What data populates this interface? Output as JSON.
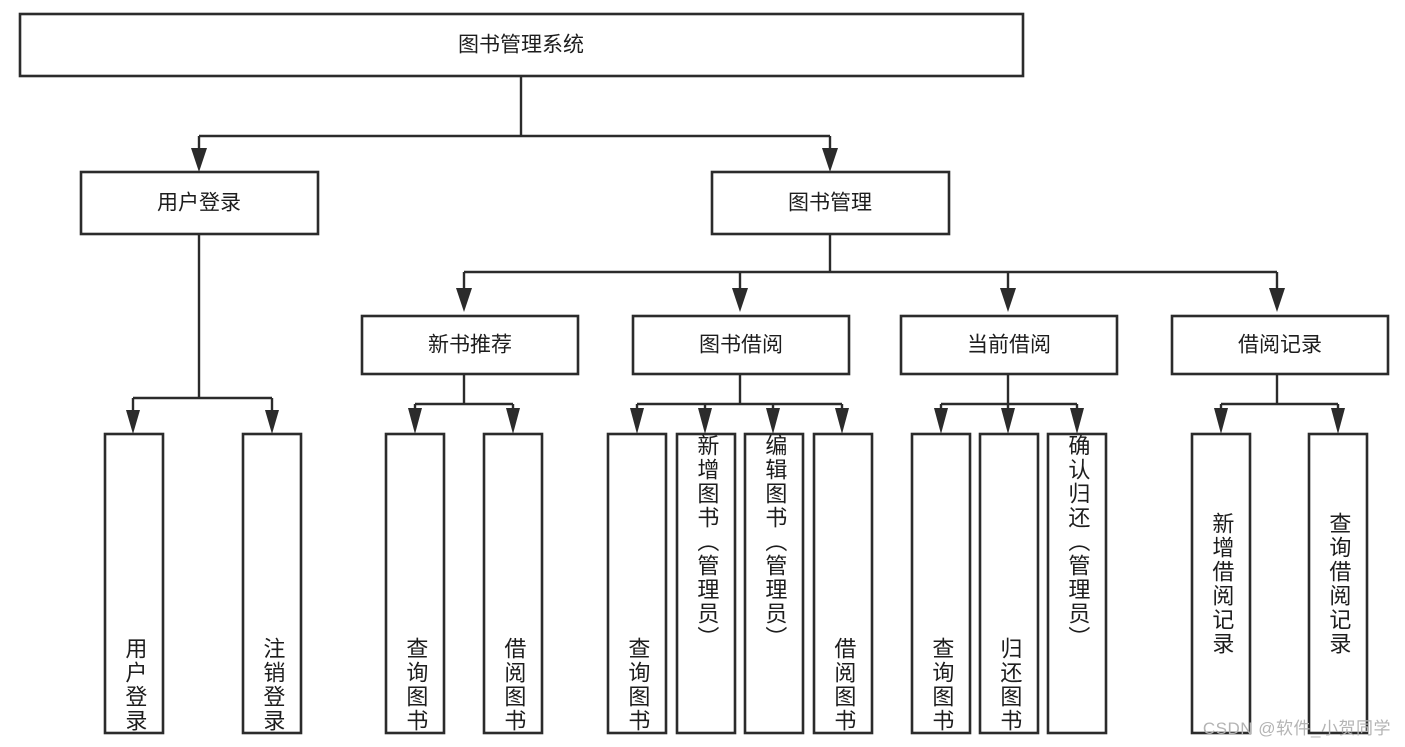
{
  "diagram": {
    "title": "图书管理系统",
    "type": "tree-hierarchy",
    "orientation": "top-down",
    "colors": {
      "box_stroke": "#2b2b2b",
      "box_fill": "#ffffff",
      "connector": "#2b2b2b",
      "text": "#1d1d1d",
      "watermark": "#b4b4b4",
      "background": "#ffffff"
    },
    "root": {
      "label": "图书管理系统"
    },
    "level2": [
      {
        "id": "user-login",
        "label": "用户登录"
      },
      {
        "id": "book-management",
        "label": "图书管理"
      }
    ],
    "level3": [
      {
        "id": "new-book-recommend",
        "label": "新书推荐",
        "parent": "book-management"
      },
      {
        "id": "book-borrow",
        "label": "图书借阅",
        "parent": "book-management"
      },
      {
        "id": "current-borrow",
        "label": "当前借阅",
        "parent": "book-management"
      },
      {
        "id": "borrow-record",
        "label": "借阅记录",
        "parent": "book-management"
      }
    ],
    "leaves": {
      "user-login": [
        {
          "id": "leaf-user-login",
          "label": "用户登录"
        },
        {
          "id": "leaf-user-logout",
          "label": "注销登录"
        }
      ],
      "new-book-recommend": [
        {
          "id": "leaf-query-book-1",
          "label": "查询图书"
        },
        {
          "id": "leaf-borrow-book-1",
          "label": "借阅图书"
        }
      ],
      "book-borrow": [
        {
          "id": "leaf-query-book-2",
          "label": "查询图书"
        },
        {
          "id": "leaf-add-book",
          "label": "新增图书（管理员）"
        },
        {
          "id": "leaf-edit-book",
          "label": "编辑图书（管理员）"
        },
        {
          "id": "leaf-borrow-book-2",
          "label": "借阅图书"
        }
      ],
      "current-borrow": [
        {
          "id": "leaf-query-book-3",
          "label": "查询图书"
        },
        {
          "id": "leaf-return-book",
          "label": "归还图书"
        },
        {
          "id": "leaf-confirm-return",
          "label": "确认归还（管理员）"
        }
      ],
      "borrow-record": [
        {
          "id": "leaf-add-record",
          "label": "新增借阅记录"
        },
        {
          "id": "leaf-query-record",
          "label": "查询借阅记录"
        }
      ]
    }
  },
  "watermark": {
    "text": "CSDN @软件_小贺同学"
  }
}
